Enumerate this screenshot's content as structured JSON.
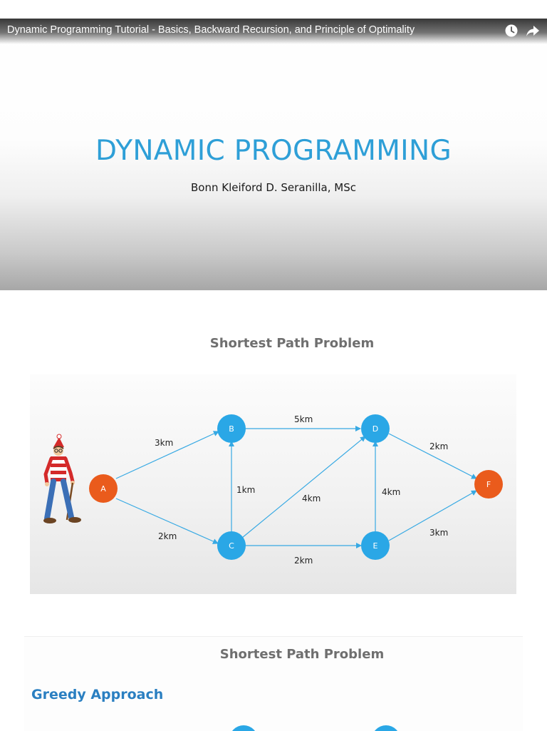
{
  "video": {
    "title": "Dynamic Programming Tutorial - Basics, Backward Recursion, and Principle of Optimality",
    "slide_title": "DYNAMIC PROGRAMMING",
    "author": "Bonn Kleiford D. Seranilla, MSc",
    "icons": [
      "watch-later-icon",
      "share-icon"
    ]
  },
  "slide2": {
    "heading": "Shortest Path Problem",
    "graph": {
      "nodes": [
        {
          "id": "A",
          "label": "A",
          "color": "#ea5b1c"
        },
        {
          "id": "B",
          "label": "B",
          "color": "#2aa7e6"
        },
        {
          "id": "C",
          "label": "C",
          "color": "#2aa7e6"
        },
        {
          "id": "D",
          "label": "D",
          "color": "#2aa7e6"
        },
        {
          "id": "E",
          "label": "E",
          "color": "#2aa7e6"
        },
        {
          "id": "F",
          "label": "F",
          "color": "#ea5b1c"
        }
      ],
      "edges": [
        {
          "from": "A",
          "to": "B",
          "label": "3km"
        },
        {
          "from": "A",
          "to": "C",
          "label": "2km"
        },
        {
          "from": "C",
          "to": "B",
          "label": "1km"
        },
        {
          "from": "B",
          "to": "D",
          "label": "5km"
        },
        {
          "from": "C",
          "to": "D",
          "label": "4km"
        },
        {
          "from": "C",
          "to": "E",
          "label": "2km"
        },
        {
          "from": "E",
          "to": "D",
          "label": "4km"
        },
        {
          "from": "D",
          "to": "F",
          "label": "2km"
        },
        {
          "from": "E",
          "to": "F",
          "label": "3km"
        }
      ]
    }
  },
  "slide3": {
    "heading": "Shortest Path Problem",
    "subheading": "Greedy Approach"
  }
}
